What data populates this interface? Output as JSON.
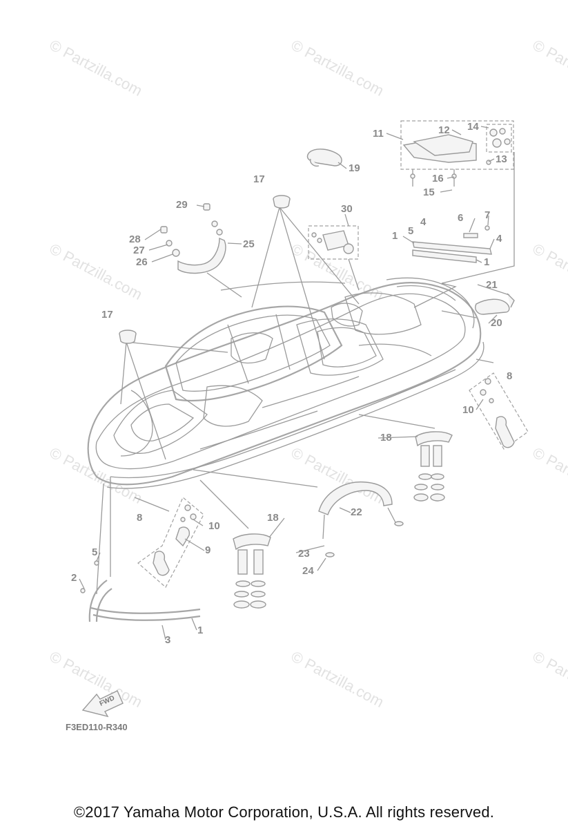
{
  "watermark": "© Partzilla.com",
  "diagram_code": "F3ED110-R340",
  "fwd_label": "FWD",
  "copyright": "©2017  Yamaha Motor Corporation, U.S.A. All rights reserved.",
  "callouts": [
    "1",
    "2",
    "3",
    "4",
    "5",
    "6",
    "7",
    "8",
    "9",
    "10",
    "11",
    "12",
    "13",
    "14",
    "15",
    "16",
    "17",
    "18",
    "19",
    "20",
    "21",
    "22",
    "23",
    "24",
    "25",
    "26",
    "27",
    "28",
    "29",
    "30"
  ],
  "colors": {
    "line": "#9a9a9a",
    "text": "#8a8a8a",
    "watermark": "#e2e2e2"
  }
}
